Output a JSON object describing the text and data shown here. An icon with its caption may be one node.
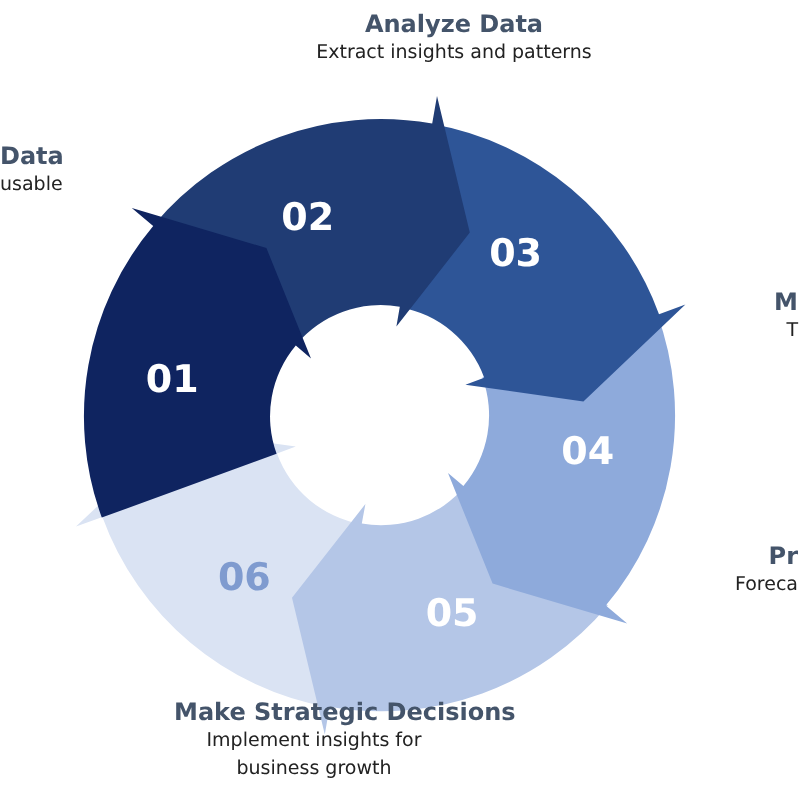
{
  "diagram": {
    "nodes": [
      {
        "text": [
          "01"
        ]
      },
      {
        "text": [
          "02"
        ],
        "beside": [
          "Data",
          "usable"
        ]
      },
      {
        "text": [
          "03"
        ],
        "beside": [
          "Analyze Data",
          "Extract insights and patterns"
        ]
      },
      {
        "text": [
          "04"
        ],
        "beside": [
          "M",
          "T"
        ]
      },
      {
        "text": [
          "05"
        ],
        "beside": [
          "Pr",
          "Foreca"
        ]
      },
      {
        "text": [
          "06"
        ],
        "beside": [
          "Make Strategic Decisions",
          "Implement insights for business growth"
        ]
      }
    ]
  }
}
